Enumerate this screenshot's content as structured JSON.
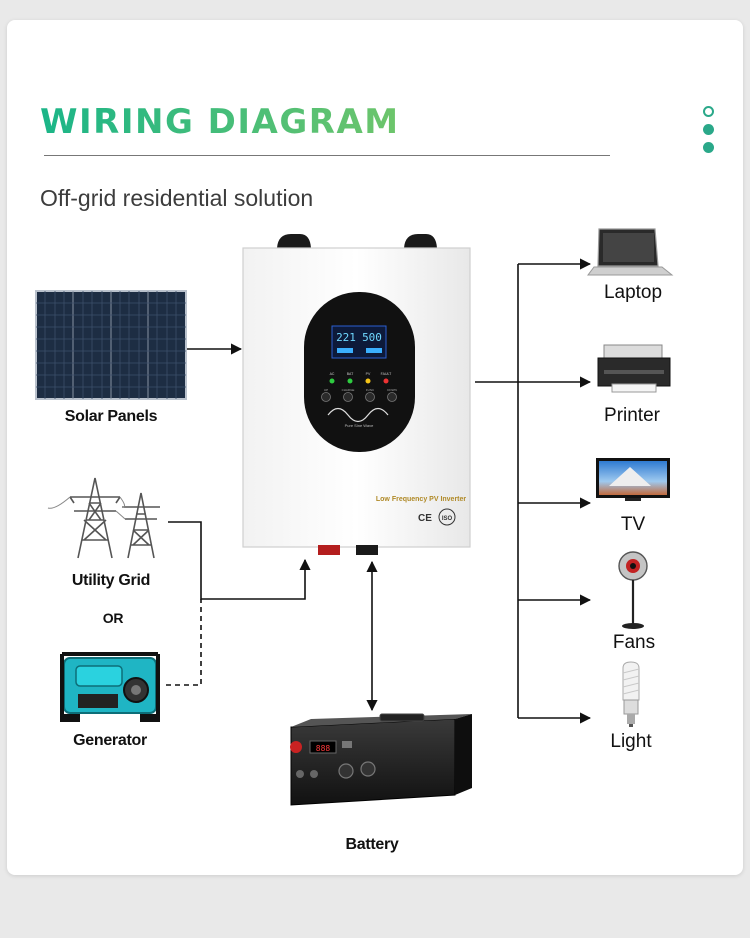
{
  "heading": "WIRING DIAGRAM",
  "subtitle": "Off-grid residential solution",
  "accent_color": "#2aa889",
  "inverter": {
    "display_left": "221",
    "display_right": "500",
    "indicator_labels": [
      "AC",
      "BAT",
      "PV",
      "FAULT"
    ],
    "button_labels": [
      "UP",
      "CHARGE",
      "FUNC",
      "DOWN"
    ],
    "wave_text": "Pure Sine Wave",
    "model_text": "Low Frequency PV Inverter",
    "cert_marks": [
      "CE",
      "ISO"
    ]
  },
  "inputs": {
    "solar": "Solar Panels",
    "grid": "Utility Grid",
    "or": "OR",
    "generator": "Generator",
    "battery": "Battery"
  },
  "loads": [
    "Laptop",
    "Printer",
    "TV",
    "Fans",
    "Light"
  ]
}
